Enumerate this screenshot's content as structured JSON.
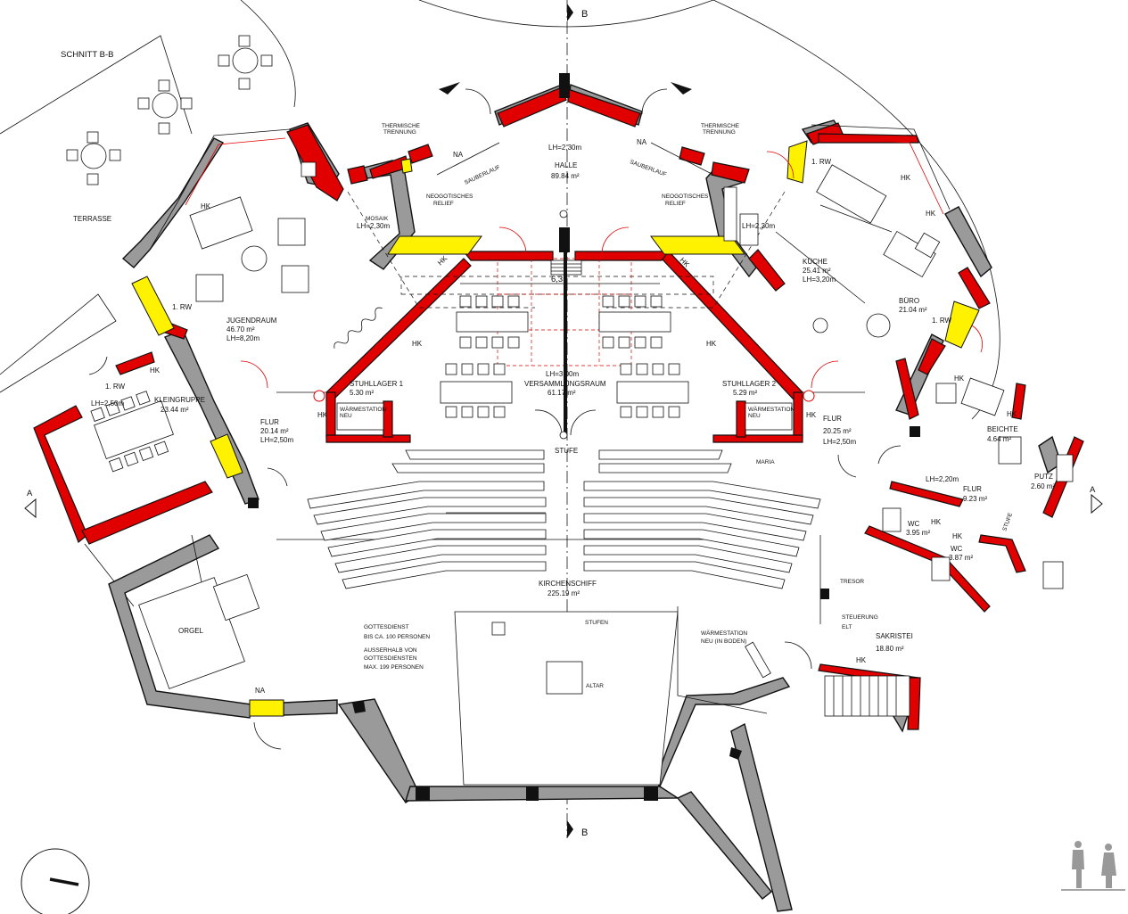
{
  "section_top": "B",
  "section_bottom": "B",
  "section_left": "A",
  "section_right": "A",
  "title": "SCHNITT B-B",
  "colors": {
    "existing_wall": "#9a9a9a",
    "new_wall": "#e00000",
    "thermal_break": "#fff200"
  },
  "rooms": {
    "terrasse": "TERRASSE",
    "mosaik": "MOSAIK",
    "mosaik_lh": "LH=2,30m",
    "neo_left_1": "NEOGOTISCHES",
    "neo_left_2": "RELIEF",
    "neo_right_1": "NEOGOTISCHES",
    "neo_right_2": "RELIEF",
    "therm_l_1": "THERMISCHE",
    "therm_l_2": "TRENNUNG",
    "therm_r_1": "THERMISCHE",
    "therm_r_2": "TRENNUNG",
    "na_l": "NA",
    "na_r": "NA",
    "sauber_l": "SAUBERLAUF",
    "sauber_r": "SAUBERLAUF",
    "halle_lh": "LH=2,30m",
    "halle": "HALLE",
    "halle_area": "89.84 m²",
    "dim": "6,35",
    "jugend": "JUGENDRAUM",
    "jugend_area": "46.70 m²",
    "jugend_lh": "LH=8,20m",
    "rw_jugend": "1. RW",
    "rw_klein": "1. RW",
    "klein_lh": "LH=2,50m",
    "klein": "KLEINGRUPPE",
    "klein_area": "23.44 m²",
    "hk_klein": "HK",
    "hk_jugend": "HK",
    "flur_l": "FLUR",
    "flur_l_area": "20.14 m²",
    "flur_l_lh": "LH=2,50m",
    "stuhl1": "STUHLLAGER 1",
    "stuhl1_area": "5.30 m²",
    "stuhl2": "STUHLLAGER 2",
    "stuhl2_area": "5.29 m²",
    "waerme1_1": "WÄRMESTATION",
    "waerme1_2": "NEU",
    "waerme2_1": "WÄRMESTATION",
    "waerme2_2": "NEU",
    "vers_lh": "LH=3,00m",
    "vers": "VERSAMMLUNGSRAUM",
    "vers_area": "61.17 m²",
    "hk_v1": "HK",
    "hk_v2": "HK",
    "hk_s1": "HK",
    "hk_s2": "HK",
    "hk_halle1": "HK",
    "hk_halle2": "HK",
    "stufe": "STUFE",
    "maria": "MARIA",
    "kirchenschiff": "KIRCHENSCHIFF",
    "kirchenschiff_area": "225.19 m²",
    "orgel": "ORGEL",
    "na_orgel": "NA",
    "gd_1": "GOTTESDIENST",
    "gd_2": "BIS CA. 100 PERSONEN",
    "gd_3": "AUSSERHALB VON",
    "gd_4": "GOTTESDIENSTEN",
    "gd_5": "MAX. 199 PERSONEN",
    "stufen": "STUFEN",
    "altar": "ALTAR",
    "wst_1": "WÄRMESTATION",
    "wst_2": "NEU (IN BODEN)",
    "kueche_lh": "LH=2,30m",
    "kueche": "KÜCHE",
    "kueche_area": "25.41 m²",
    "kueche_lh2": "LH=3,20m",
    "rw_kueche": "1. RW",
    "hk_k1": "HK",
    "hk_k2": "HK",
    "buero": "BÜRO",
    "buero_area": "21.04 m²",
    "rw_buero": "1. RW",
    "flur_r": "FLUR",
    "flur_r_area": "20.25 m²",
    "flur_r_lh": "LH=2,50m",
    "hk_b": "HK",
    "beichte": "BEICHTE",
    "beichte_area": "4.64 m²",
    "hk_bei": "HK",
    "putz": "PUTZ",
    "putz_area": "2.60 m²",
    "flur2_lh": "LH=2,20m",
    "flur2": "FLUR",
    "flur2_area": "9.23 m²",
    "wc1": "WC",
    "wc1_area": "3.95 m²",
    "wc2": "WC",
    "wc2_area": "3.87 m²",
    "hk_wc1": "HK",
    "hk_wc2": "HK",
    "stufe2": "STUFE",
    "tresor": "TRESOR",
    "steuerung_1": "STEUERUNG",
    "steuerung_2": "ELT",
    "sakristei": "SAKRISTEI",
    "sakristei_area": "18.80 m²",
    "hk_sak": "HK"
  }
}
